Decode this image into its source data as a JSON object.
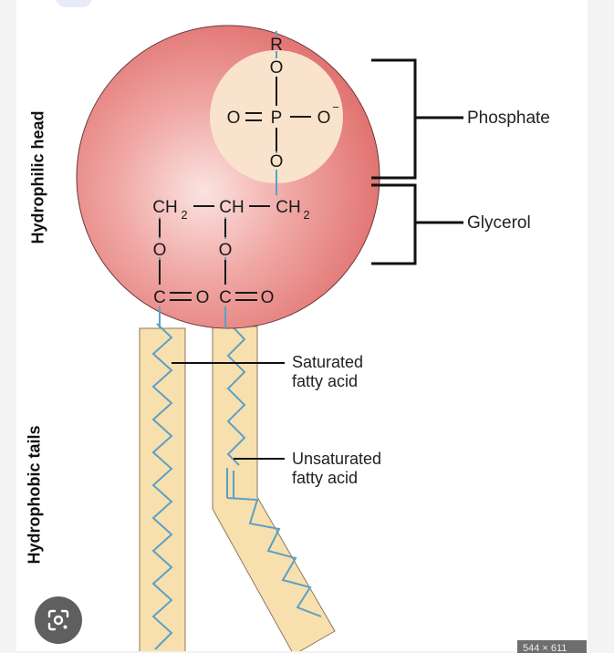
{
  "labels": {
    "hydrophilic_head": "Hydrophilic head",
    "hydrophobic_tails": "Hydrophobic tails",
    "phosphate": "Phosphate",
    "glycerol": "Glycerol",
    "saturated_line1": "Saturated",
    "saturated_line2": "fatty acid",
    "unsaturated_line1": "Unsaturated",
    "unsaturated_line2": "fatty acid"
  },
  "atoms": {
    "r": "R",
    "o": "O",
    "p": "P",
    "o_minus": "O",
    "minus": "−",
    "ch": "CH",
    "ch2": "CH",
    "sub2": "2",
    "c": "C"
  },
  "overlay": {
    "size_badge": "544 × 611",
    "lens_icon": "lens-icon"
  },
  "colors": {
    "head_fill": "#e27a78",
    "phosphate_fill": "#f9e3cc",
    "tail_fill": "#f8dfae",
    "bond_blue": "#5aa1c6",
    "ink": "#1a1a1a"
  }
}
